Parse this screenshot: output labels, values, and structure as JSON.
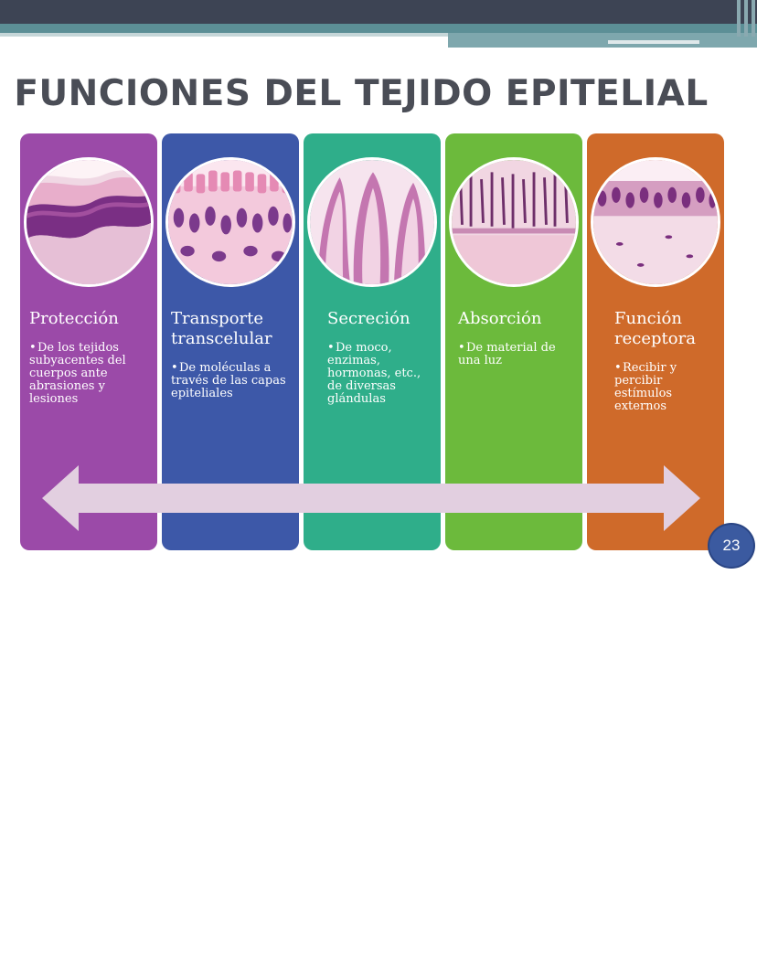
{
  "slide": {
    "title": "FUNCIONES DEL TEJIDO EPITELIAL",
    "page_number": "23"
  },
  "panels": [
    {
      "title": "Protección",
      "bullet": "De los tejidos subyacentes del cuerpos ante abrasiones y lesiones",
      "color": "#9b4aa8",
      "image": "stratified-squamous-epithelium-micrograph"
    },
    {
      "title": "Transporte transcelular",
      "bullet": "De moléculas a través de las capas epiteliales",
      "color": "#3d58a8",
      "image": "pseudostratified-epithelium-micrograph"
    },
    {
      "title": "Secreción",
      "bullet": "De moco, enzimas, hormonas, etc., de diversas glándulas",
      "color": "#2fae8a",
      "image": "glandular-epithelium-micrograph"
    },
    {
      "title": "Absorción",
      "bullet": "De material de una luz",
      "color": "#6cba3c",
      "image": "intestinal-villi-micrograph"
    },
    {
      "title": "Función receptora",
      "bullet": "Recibir y percibir estímulos externos",
      "color": "#cf6a2a",
      "image": "sensory-epithelium-micrograph"
    }
  ],
  "arrow_color": "#e2cfe0"
}
